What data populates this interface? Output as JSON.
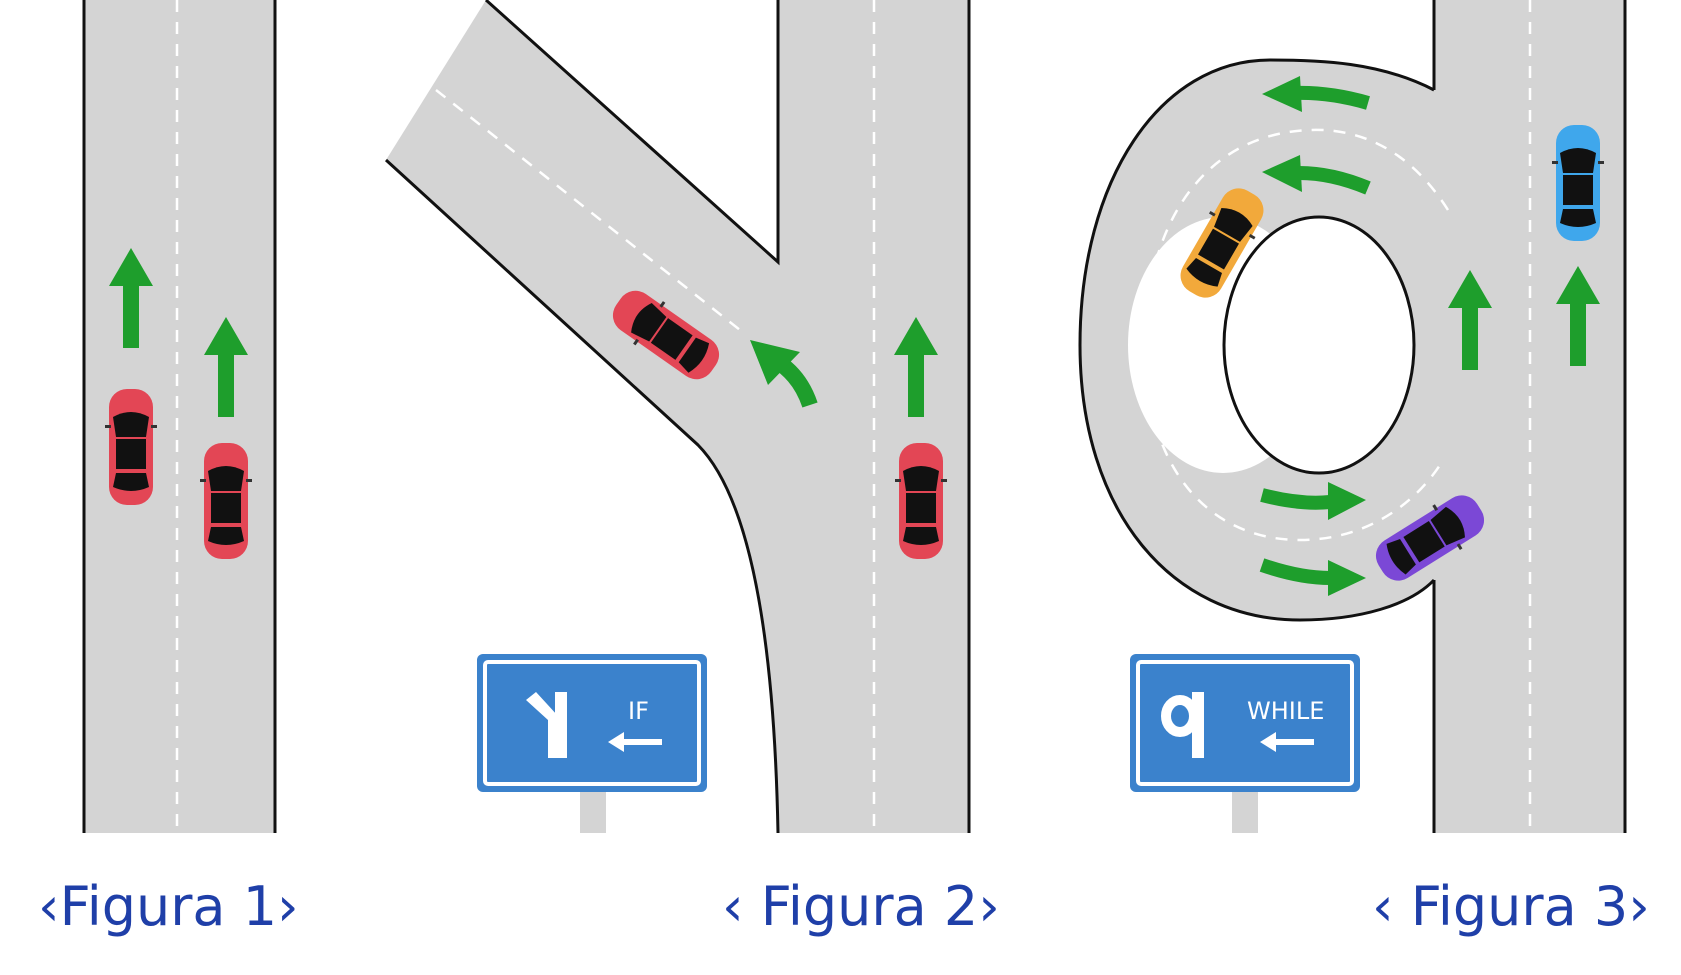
{
  "figures": [
    {
      "caption": "‹Figura 1›",
      "sign": null
    },
    {
      "caption": "‹ Figura 2›",
      "sign": {
        "text": "IF",
        "icon": "fork-road-icon"
      }
    },
    {
      "caption": "‹ Figura 3›",
      "sign": {
        "text": "WHILE",
        "icon": "loop-road-icon"
      }
    }
  ],
  "colors": {
    "road": "#d4d4d4",
    "arrow": "#1e9e2c",
    "sign": "#3b82cc",
    "caption": "#1f3fa8",
    "car_red": "#e34655",
    "car_orange": "#f2a93b",
    "car_purple": "#7b48d6",
    "car_blue": "#3fa7ec"
  }
}
